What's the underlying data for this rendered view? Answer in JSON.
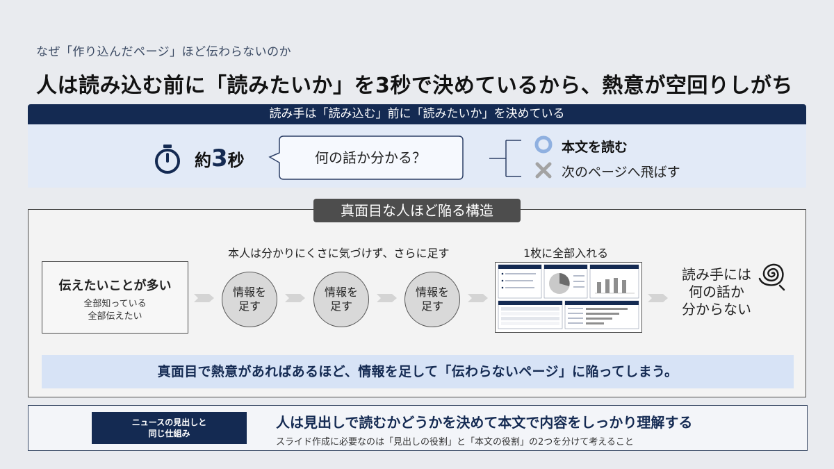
{
  "subtitle": "なぜ「作り込んだページ」ほど伝わらないのか",
  "title": "人は読み込む前に「読みたいか」を3秒で決めているから、熱意が空回りしがち",
  "top_panel": {
    "header": "読み手は「読み込む」前に「読みたいか」を決めている",
    "seconds_prefix": "約",
    "seconds_num": "3",
    "seconds_suffix": "秒",
    "bubble": "何の話か分かる？",
    "option_yes": "本文を読む",
    "option_no": "次のページへ飛ばす",
    "icons": [
      "stopwatch-icon",
      "circle-icon",
      "cross-icon"
    ]
  },
  "structure": {
    "label": "真面目な人ほど陥る構造",
    "step_note": "本人は分かりにくさに気づけず、さらに足す",
    "onepage_note": "1枚に全部入れる",
    "many_title": "伝えたいことが多い",
    "many_sub1": "全部知っている",
    "many_sub2": "全部伝えたい",
    "steps": [
      {
        "line1": "情報を",
        "line2": "足す"
      },
      {
        "line1": "情報を",
        "line2": "足す"
      },
      {
        "line1": "情報を",
        "line2": "足す"
      }
    ],
    "reader_line1": "読み手には",
    "reader_line2": "何の話か",
    "reader_line3": "分からない",
    "conclusion": "真面目で熱意があればあるほど、情報を足して「伝わらないページ」に陥ってしまう。",
    "colors": {
      "accent": "#142a52",
      "light_blue": "#d7e3f6",
      "grey": "#4d4d4d"
    }
  },
  "bottom": {
    "tag_line1": "ニュースの見出しと",
    "tag_line2": "同じ仕組み",
    "main": "人は見出しで読むかどうかを決めて本文で内容をしっかり理解する",
    "sub": "スライド作成に必要なのは「見出しの役割」と「本文の役割」の2つを分けて考えること"
  }
}
